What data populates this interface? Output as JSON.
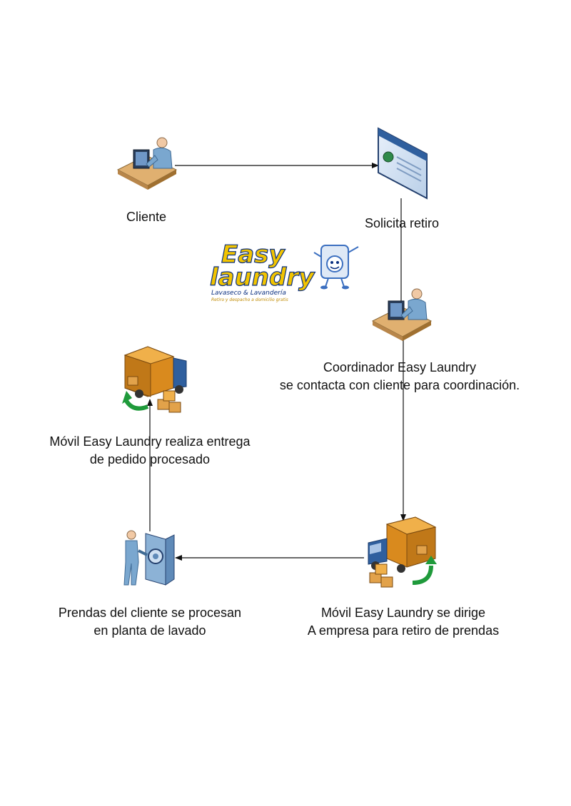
{
  "nodes": {
    "cliente": {
      "label": "Cliente",
      "icon": "person-at-computer-icon"
    },
    "solicita": {
      "label": "Solicita retiro",
      "icon": "web-browser-window-icon"
    },
    "coordinador": {
      "lines": [
        "Coordinador Easy Laundry",
        "se contacta con cliente para coordinación."
      ],
      "icon": "person-at-computer-icon"
    },
    "movil_dirige": {
      "lines": [
        "Móvil Easy Laundry se dirige",
        "A empresa para retiro de prendas"
      ],
      "icon": "delivery-truck-icon"
    },
    "procesan": {
      "lines": [
        "Prendas del cliente se procesan",
        "en planta de lavado"
      ],
      "icon": "worker-at-machine-icon"
    },
    "movil_entrega": {
      "lines": [
        "Móvil Easy Laundry realiza entrega",
        "de pedido procesado"
      ],
      "icon": "delivery-truck-icon"
    }
  },
  "logo": {
    "line1": "Easy",
    "line2": "laundry",
    "tagline1": "Lavaseco & Lavandería",
    "tagline2": "Retiro y despacho a domicilio gratis",
    "colors": {
      "yellow": "#f2c400",
      "blue": "#0a2f80",
      "mascot": "#3b6fc0"
    }
  },
  "colors": {
    "arrow": "#111111",
    "truck_box": "#d98a1e",
    "truck_cab": "#2f5f9e",
    "desk": "#e0b070",
    "person": "#7aa7cf",
    "green_arrow": "#1f9a3b"
  }
}
